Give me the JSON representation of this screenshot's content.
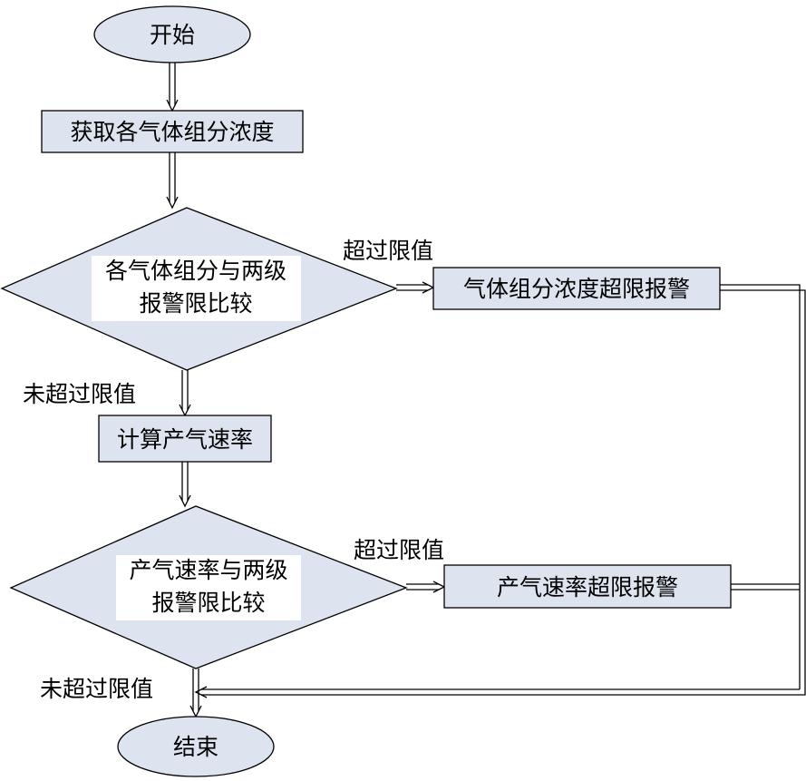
{
  "colors": {
    "fill": "#dde4f0",
    "stroke": "#000000",
    "label_bg": "#ffffff"
  },
  "nodes": {
    "start": "开始",
    "get_conc": "获取各气体组分浓度",
    "decision1_line1": "各气体组分与两级",
    "decision1_line2": "报警限比较",
    "alarm1": "气体组分浓度超限报警",
    "calc_rate": "计算产气速率",
    "decision2_line1": "产气速率与两级",
    "decision2_line2": "报警限比较",
    "alarm2": "产气速率超限报警",
    "end": "结束"
  },
  "edge_labels": {
    "exceed1": "超过限值",
    "not_exceed1": "未超过限值",
    "exceed2": "超过限值",
    "not_exceed2": "未超过限值"
  }
}
